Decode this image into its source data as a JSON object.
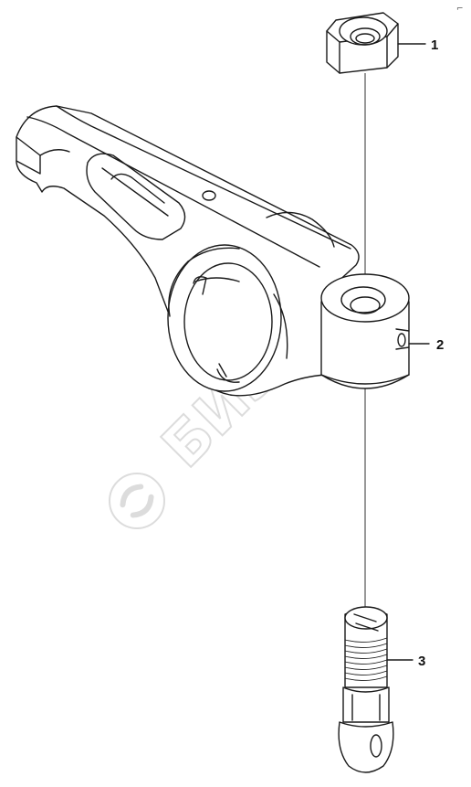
{
  "watermark": {
    "text": "БИЗОН"
  },
  "corner_mark": "⌐",
  "callouts": [
    {
      "id": "1",
      "label": "1"
    },
    {
      "id": "2",
      "label": "2"
    },
    {
      "id": "3",
      "label": "3"
    }
  ],
  "colors": {
    "line": "#1a1a1a",
    "watermark": "#d9d9d9",
    "background": "#ffffff"
  }
}
